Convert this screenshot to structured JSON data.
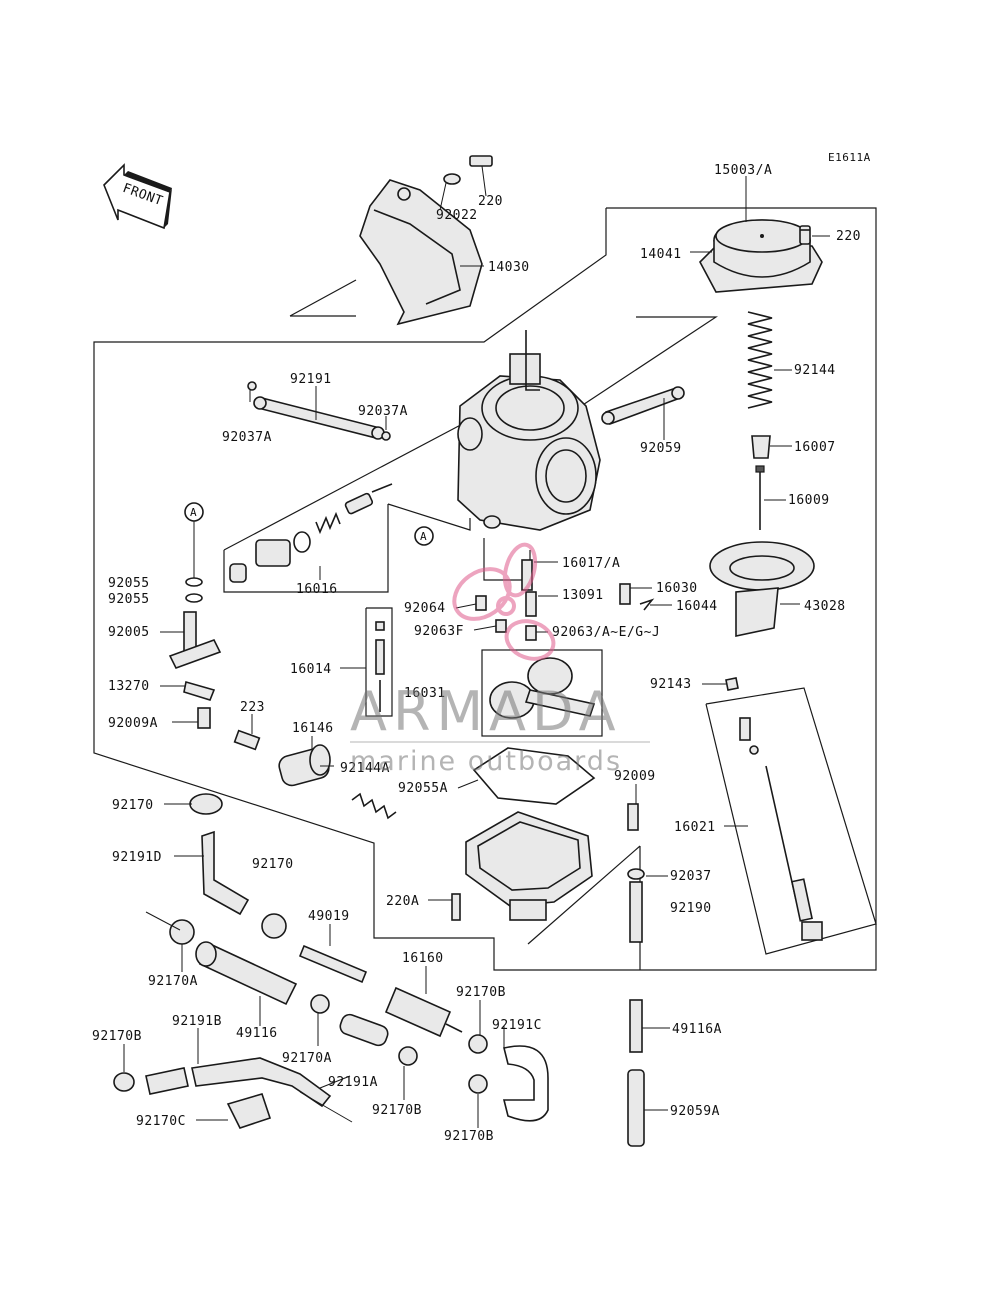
{
  "diagram_code": "E1611A",
  "front_label": "FRONT",
  "ref_marker": "A",
  "watermark": {
    "brand": "ARMADA",
    "tagline": "marine outboards",
    "color": "#e05a8c"
  },
  "labels": {
    "l_15003A": "15003/A",
    "l_14041": "14041",
    "l_220_top": "220",
    "l_220_tr": "220",
    "l_92022": "92022",
    "l_14030": "14030",
    "l_92144": "92144",
    "l_16007": "16007",
    "l_16009": "16009",
    "l_92191": "92191",
    "l_92037A_l": "92037A",
    "l_92037A_r": "92037A",
    "l_92059": "92059",
    "l_16016": "16016",
    "l_16017A": "16017/A",
    "l_16030": "16030",
    "l_13091": "13091",
    "l_16044": "16044",
    "l_43028": "43028",
    "l_92055_a": "92055",
    "l_92055_b": "92055",
    "l_92064": "92064",
    "l_92063F": "92063F",
    "l_92063AJ": "92063/A~E/G~J",
    "l_92005": "92005",
    "l_16014": "16014",
    "l_16031": "16031",
    "l_92143": "92143",
    "l_13270": "13270",
    "l_223": "223",
    "l_16146": "16146",
    "l_92009A": "92009A",
    "l_92144A": "92144A",
    "l_92009": "92009",
    "l_92055A": "92055A",
    "l_16021": "16021",
    "l_92170_a": "92170",
    "l_92191D": "92191D",
    "l_92170_b": "92170",
    "l_92037": "92037",
    "l_220A": "220A",
    "l_92190": "92190",
    "l_49019": "49019",
    "l_92170A_a": "92170A",
    "l_16160": "16160",
    "l_92170B_a": "92170B",
    "l_49116A": "49116A",
    "l_92191B": "92191B",
    "l_49116": "49116",
    "l_92191C": "92191C",
    "l_92170B_b": "92170B",
    "l_92170A_b": "92170A",
    "l_92191A": "92191A",
    "l_92170B_c": "92170B",
    "l_92059A": "92059A",
    "l_92170C": "92170C",
    "l_92170B_d": "92170B"
  }
}
